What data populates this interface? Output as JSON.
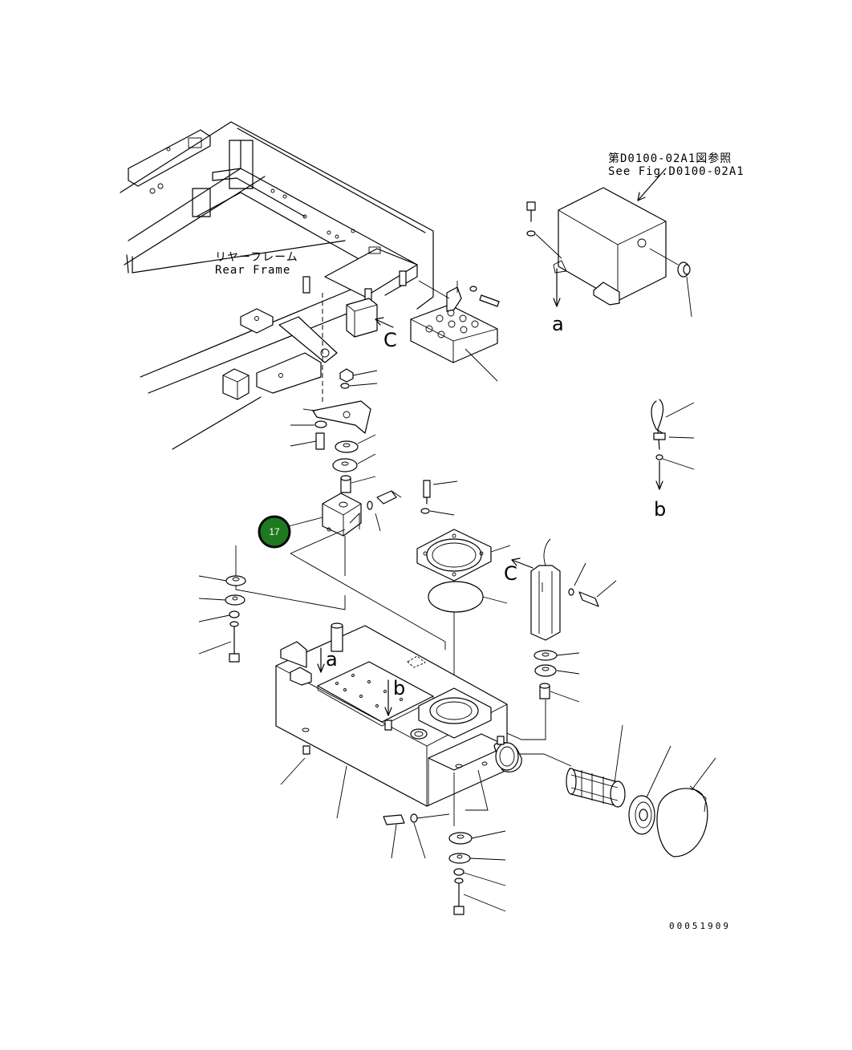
{
  "labels": {
    "rear_frame_jp": "リヤーフレーム",
    "rear_frame_en": "Rear Frame",
    "see_fig_jp": "第D0100-02A1図参照",
    "see_fig_en": "See Fig.D0100-02A1",
    "ref_a_top": "a",
    "ref_a_tank": "a",
    "ref_b_side": "b",
    "ref_b_tank": "b",
    "ref_c_frame": "C",
    "ref_c_pipe": "C"
  },
  "callout_badge": {
    "number": "17",
    "color": "#1e7a1e"
  },
  "drawing_number": "00051909"
}
